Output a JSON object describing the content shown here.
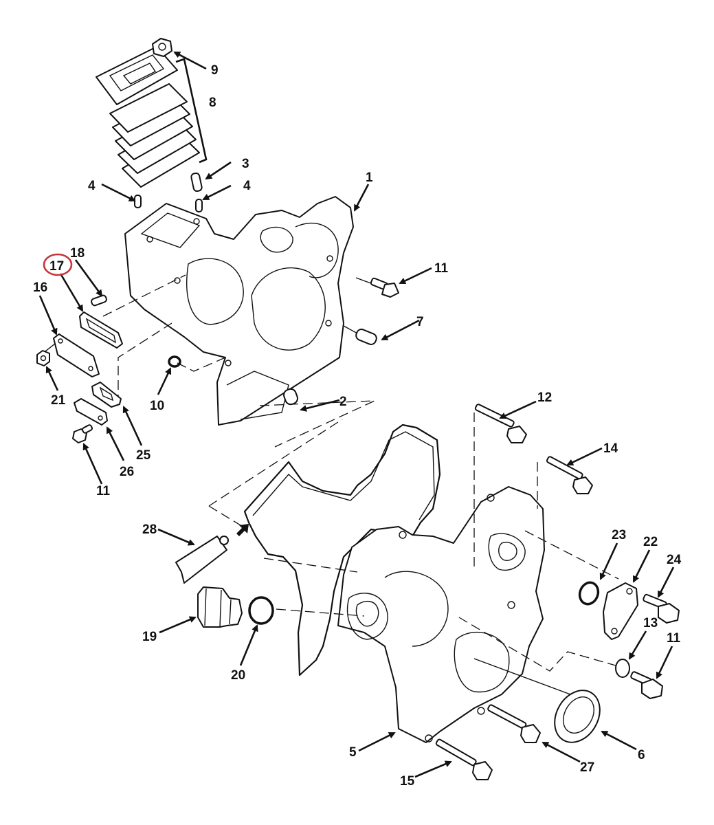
{
  "diagram": {
    "title": "Timing gear cover assembly – exploded parts view",
    "highlight_color": "#c8333a",
    "line_color": "#111111",
    "highlighted_callout": "17",
    "callouts": {
      "c1": "1",
      "c2": "2",
      "c3": "3",
      "c4a": "4",
      "c4b": "4",
      "c5": "5",
      "c6": "6",
      "c7": "7",
      "c8": "8",
      "c9": "9",
      "c10": "10",
      "c11a": "11",
      "c11b": "11",
      "c11c": "11",
      "c12": "12",
      "c13": "13",
      "c14": "14",
      "c15": "15",
      "c16": "16",
      "c17": "17",
      "c18": "18",
      "c19": "19",
      "c20": "20",
      "c21": "21",
      "c22": "22",
      "c23": "23",
      "c24": "24",
      "c25": "25",
      "c26": "26",
      "c27": "27",
      "c28": "28"
    }
  }
}
